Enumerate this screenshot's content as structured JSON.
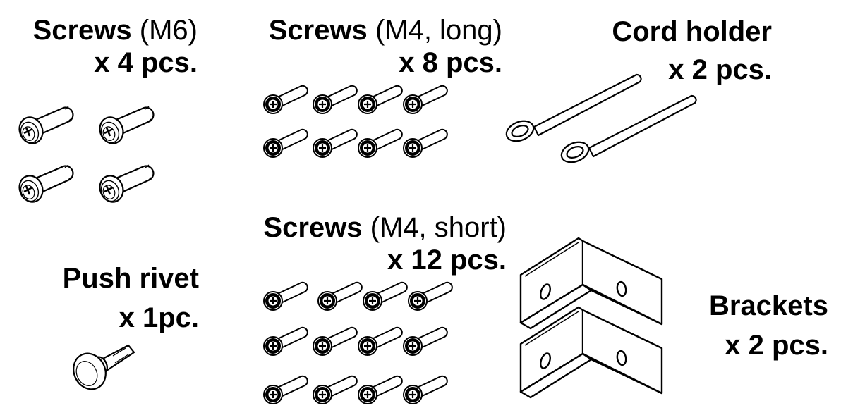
{
  "items": {
    "screws_m6": {
      "name": "Screws",
      "spec": "(M6)",
      "qty": "x 4 pcs."
    },
    "screws_m4_long": {
      "name": "Screws",
      "spec": "(M4, long)",
      "qty": "x 8 pcs."
    },
    "cord_holder": {
      "name": "Cord holder",
      "qty": "x 2 pcs."
    },
    "push_rivet": {
      "name": "Push rivet",
      "qty": "x 1pc."
    },
    "screws_m4_short": {
      "name": "Screws",
      "spec": "(M4, short)",
      "qty": "x 12 pcs."
    },
    "brackets": {
      "name": "Brackets",
      "qty": "x 2 pcs."
    }
  },
  "icons": {
    "screw_m6": "screw-m6-icon",
    "screw_m4": "screw-m4-icon",
    "cord_holder": "cord-holder-icon",
    "push_rivet": "push-rivet-icon",
    "bracket": "bracket-icon"
  }
}
